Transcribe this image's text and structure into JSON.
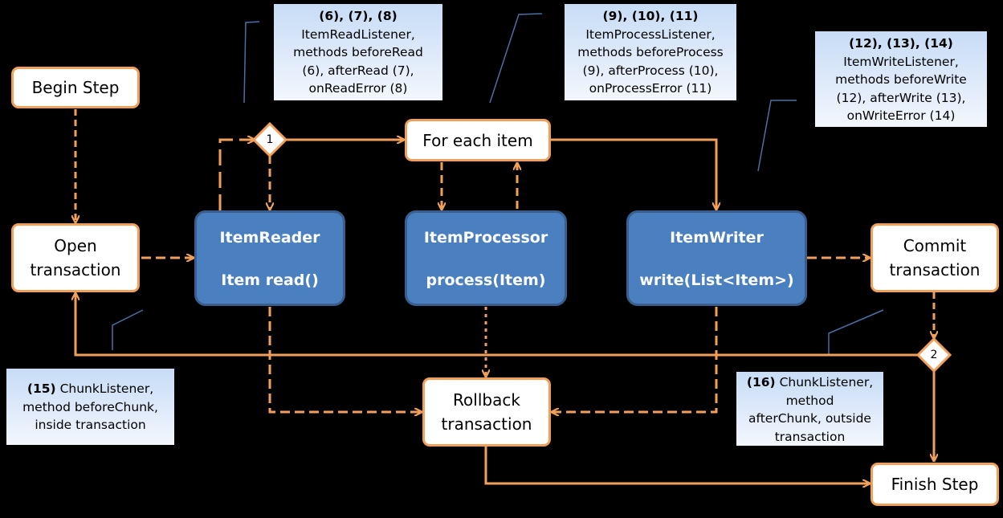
{
  "steps": {
    "begin_step": "Begin Step",
    "open_transaction": [
      "Open",
      "transaction"
    ],
    "for_each_item": "For each item",
    "commit_transaction": [
      "Commit",
      "transaction"
    ],
    "rollback_transaction": [
      "Rollback",
      "transaction"
    ],
    "finish_step": "Finish Step"
  },
  "components": {
    "item_reader": {
      "name": "ItemReader",
      "method": "Item read()"
    },
    "item_processor": {
      "name": "ItemProcessor",
      "method": "process(Item)"
    },
    "item_writer": {
      "name": "ItemWriter",
      "method": "write(List<Item>)"
    }
  },
  "decisions": {
    "d1": "1",
    "d2": "2"
  },
  "notes": {
    "read_listener": {
      "heading": "(6), (7), (8)",
      "lines": [
        "ItemReadListener,",
        "methods beforeRead",
        "(6), afterRead (7),",
        "onReadError (8)"
      ]
    },
    "process_listener": {
      "heading": "(9), (10), (11)",
      "lines": [
        "ItemProcessListener,",
        "methods beforeProcess",
        "(9), afterProcess (10),",
        "onProcessError (11)"
      ]
    },
    "write_listener": {
      "heading": "(12), (13), (14)",
      "lines": [
        "ItemWriteListener,",
        "methods beforeWrite",
        "(12), afterWrite (13),",
        "onWriteError (14)"
      ]
    },
    "chunk_before": {
      "num": "(15)",
      "lines": [
        "ChunkListener,",
        "method beforeChunk,",
        "inside transaction"
      ]
    },
    "chunk_after": {
      "num": "(16)",
      "lines": [
        "ChunkListener,",
        "method",
        "afterChunk, outside",
        "transaction"
      ]
    }
  },
  "colors": {
    "background": "#000000",
    "connector": "#f0a05a",
    "component_fill": "#4a7fc0",
    "callout_line": "#4a6fa5",
    "note_fill": "#c7dcf6"
  }
}
